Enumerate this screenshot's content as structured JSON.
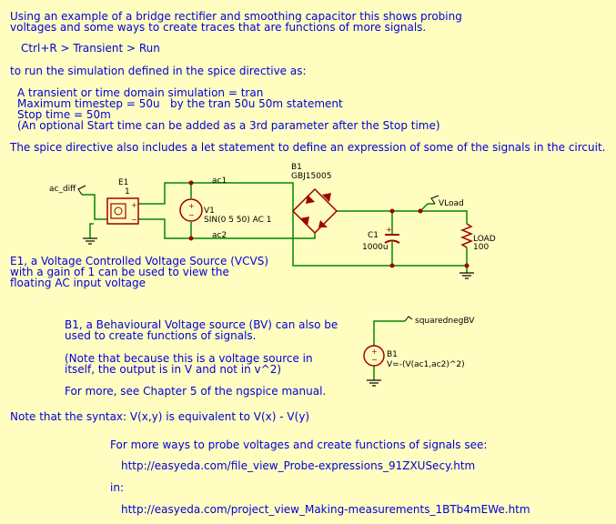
{
  "text": {
    "intro_1": "Using an example of a bridge rectifier and smoothing capacitor this shows probing",
    "intro_2": "voltages and some ways to create traces that are functions of more signals.",
    "shortcut": "Ctrl+R > Transient > Run",
    "run_line": "to run the simulation defined in the spice directive as:",
    "spec_1": "A transient or time domain simulation = tran",
    "spec_2": "Maximum timestep = 50u   by the tran 50u 50m statement",
    "spec_3": "Stop time = 50m",
    "spec_4": "(An optional Start time can be added as a 3rd parameter after the Stop time)",
    "let_line": "The spice directive also includes a let statement to define an expression of some of the signals in the circuit.",
    "e1_1": "E1, a Voltage Controlled Voltage Source (VCVS)",
    "e1_2": "with a gain of 1 can be used to view the",
    "e1_3": "floating AC input voltage",
    "b1_1": "B1, a Behavioural Voltage source (BV) can also be",
    "b1_2": "used to create functions of signals.",
    "note_1": "(Note that because this is a voltage source in",
    "note_2": "itself, the output is in V and not in v^2)",
    "chapter": "For more, see Chapter 5 of the ngspice manual.",
    "syntax": "Note that the syntax: V(x,y) is equivalent to V(x) - V(y)",
    "more": "For more ways to probe voltages and create functions of signals see:",
    "link_1": "http://easyeda.com/file_view_Probe-expressions_91ZXUSecy.htm",
    "in": "in:",
    "link_2": "http://easyeda.com/project_view_Making-measurements_1BTb4mEWe.htm"
  },
  "schematic": {
    "ac_diff": "ac_diff",
    "e1_ref": "E1",
    "e1_gain": "1",
    "ac1": "ac1",
    "ac2": "ac2",
    "v1_ref": "V1",
    "v1_value": "SIN(0 5 50) AC 1",
    "b1_ref": "B1",
    "b1_part": "GBJ15005",
    "c1_ref": "C1",
    "c1_value": "1000u",
    "vload": "VLoad",
    "load_ref": "LOAD",
    "load_value": "100",
    "squared_net": "squarednegBV",
    "bv_ref": "B1",
    "bv_expr": "V=-(V(ac1,ac2)^2)"
  },
  "colors": {
    "text": "#0000dd",
    "wire": "#008800",
    "component": "#a00000",
    "junction": "#a00000",
    "background": "#fffdc0"
  }
}
